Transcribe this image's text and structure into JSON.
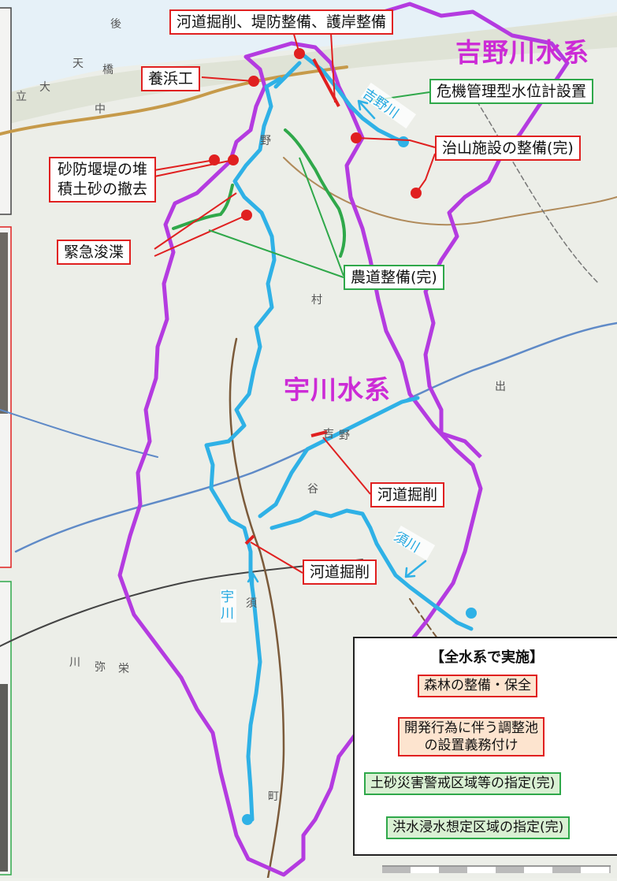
{
  "map": {
    "systems": {
      "yoshino": "吉野川水系",
      "ukawa": "宇川水系"
    },
    "rivers": {
      "yoshino": "吉野川",
      "sugawa": "須川",
      "ukawa": "宇川"
    },
    "labels": {
      "kado_top": "河道掘削、堤防整備、護岸整備",
      "youhin": "養浜工",
      "kiki": "危機管理型水位計設置",
      "chisan": "治山施設の整備(完)",
      "sabo": "砂防堰堤の堆積土砂の撤去",
      "kinkyu": "緊急浚渫",
      "nodo": "農道整備(完)",
      "kado_mid": "河道掘削",
      "kado_low": "河道掘削"
    },
    "map_place_names": [
      "後",
      "天",
      "橋",
      "大",
      "立",
      "中",
      "野",
      "村",
      "須",
      "川",
      "弥",
      "栄",
      "町",
      "谷",
      "出",
      "吉",
      "野"
    ]
  },
  "legend": {
    "title": "【全水系で実施】",
    "items": [
      {
        "text": "森林の整備・保全"
      },
      {
        "text": "開発行為に伴う調整池\nの設置義務付け"
      },
      {
        "text": "土砂災害警戒区域等の指定(完)"
      },
      {
        "text": "洪水浸水想定区域の指定(完)"
      }
    ]
  },
  "colors": {
    "basin": "#b43be0",
    "river": "#2fb1e6",
    "red": "#e02020",
    "green": "#2fa84a"
  }
}
